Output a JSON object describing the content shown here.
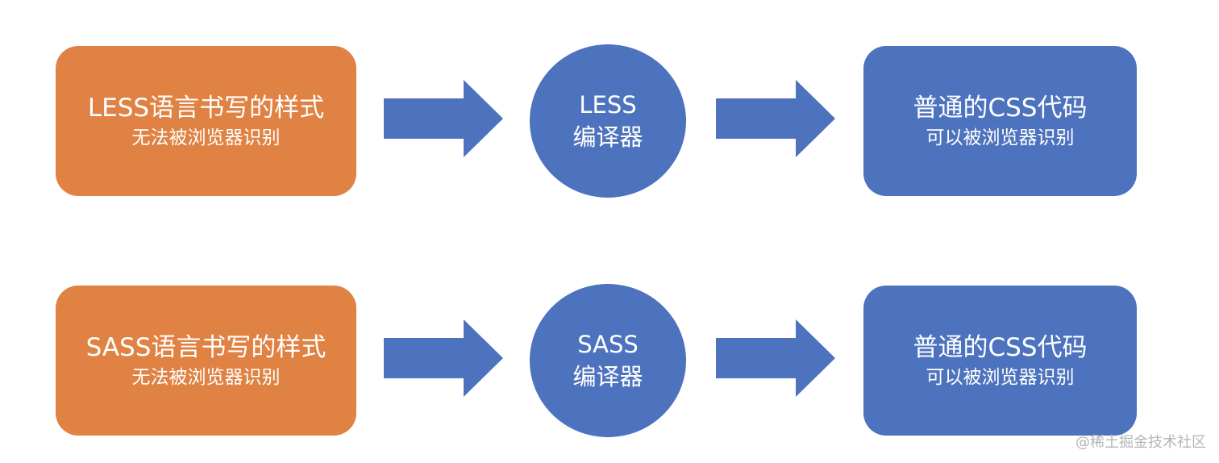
{
  "colors": {
    "source_fill": "#df8243",
    "blue_fill": "#4d73be",
    "text": "#ffffff",
    "watermark": "#b5b5b5"
  },
  "rows": [
    {
      "source": {
        "title": "LESS语言书写的样式",
        "subtitle": "无法被浏览器识别"
      },
      "compiler": {
        "name": "LESS",
        "label": "编译器"
      },
      "output": {
        "title": "普通的CSS代码",
        "subtitle": "可以被浏览器识别"
      }
    },
    {
      "source": {
        "title": "SASS语言书写的样式",
        "subtitle": "无法被浏览器识别"
      },
      "compiler": {
        "name": "SASS",
        "label": "编译器"
      },
      "output": {
        "title": "普通的CSS代码",
        "subtitle": "可以被浏览器识别"
      }
    }
  ],
  "watermark": "@稀土掘金技术社区"
}
